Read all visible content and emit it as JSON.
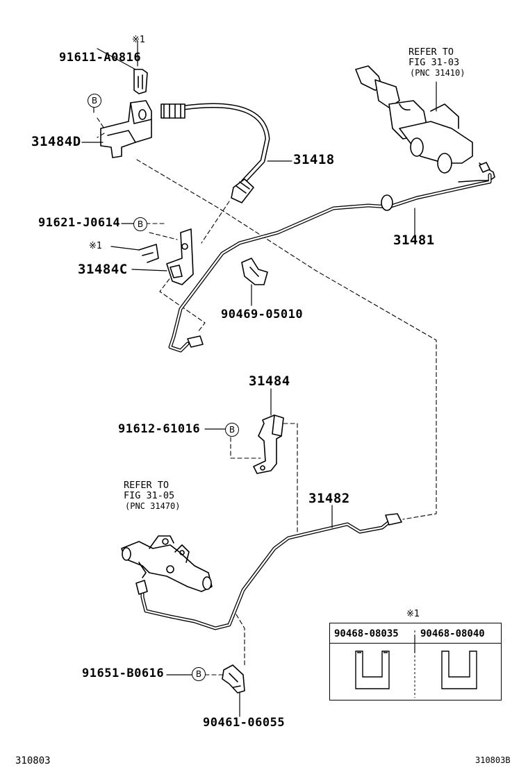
{
  "parts": {
    "p91611": "91611-A0816",
    "p31484D": "31484D",
    "p31418": "31418",
    "p91621": "91621-J0614",
    "p31484C": "31484C",
    "p90469": "90469-05010",
    "p31481": "31481",
    "p31484": "31484",
    "p91612": "91612-61016",
    "p31482": "31482",
    "p91651": "91651-B0616",
    "p90461": "90461-06055"
  },
  "refer_top": {
    "line1": "REFER TO",
    "line2": "FIG 31-03",
    "line3": "(PNC 31410)"
  },
  "refer_bottom": {
    "line1": "REFER TO",
    "line2": "FIG 31-05",
    "line3": "(PNC 31470)"
  },
  "symbols": {
    "b": "B",
    "note1": "※1"
  },
  "clip_table": {
    "note": "※1",
    "col1": "90468-08035",
    "col2": "90468-08040"
  },
  "footer": {
    "left": "310803",
    "right": "310803B"
  }
}
